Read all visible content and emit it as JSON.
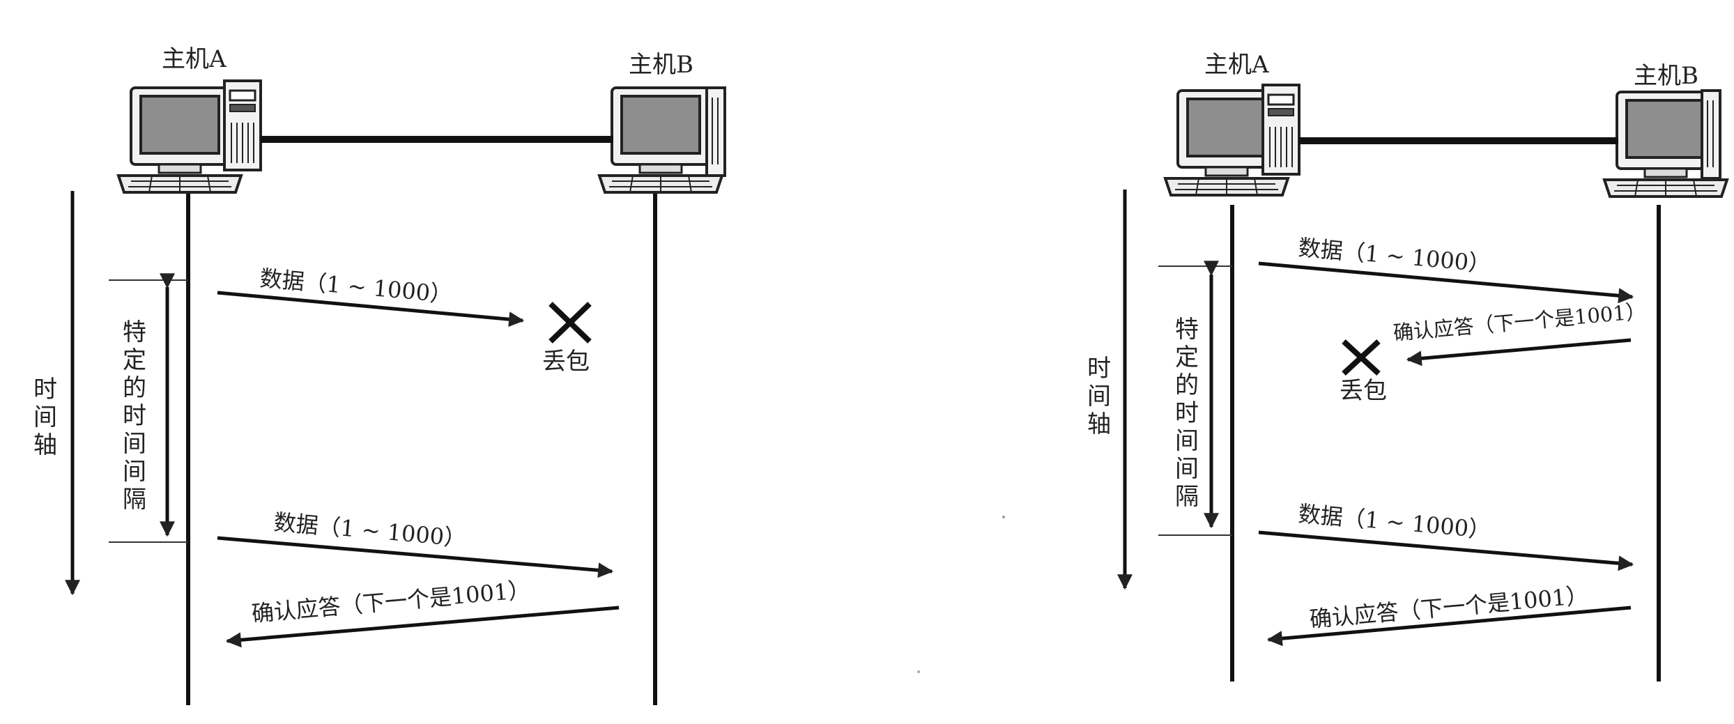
{
  "left": {
    "host_a": "主机A",
    "host_b": "主机B",
    "time_axis": [
      "时",
      "间",
      "轴"
    ],
    "interval": [
      "特",
      "定",
      "的",
      "时",
      "间",
      "间",
      "隔"
    ],
    "msg1": "数据（1 ~ 1000）",
    "loss": "丢包",
    "msg2": "数据（1 ~ 1000）",
    "ack": "确认应答（下一个是1001）"
  },
  "right": {
    "host_a": "主机A",
    "host_b": "主机B",
    "time_axis": [
      "时",
      "间",
      "轴"
    ],
    "interval": [
      "特",
      "定",
      "的",
      "时",
      "间",
      "间",
      "隔"
    ],
    "msg1": "数据（1 ~ 1000）",
    "ack_lost": "确认应答（下一个是1001）",
    "loss": "丢包",
    "msg2": "数据（1 ~ 1000）",
    "ack": "确认应答（下一个是1001）"
  }
}
